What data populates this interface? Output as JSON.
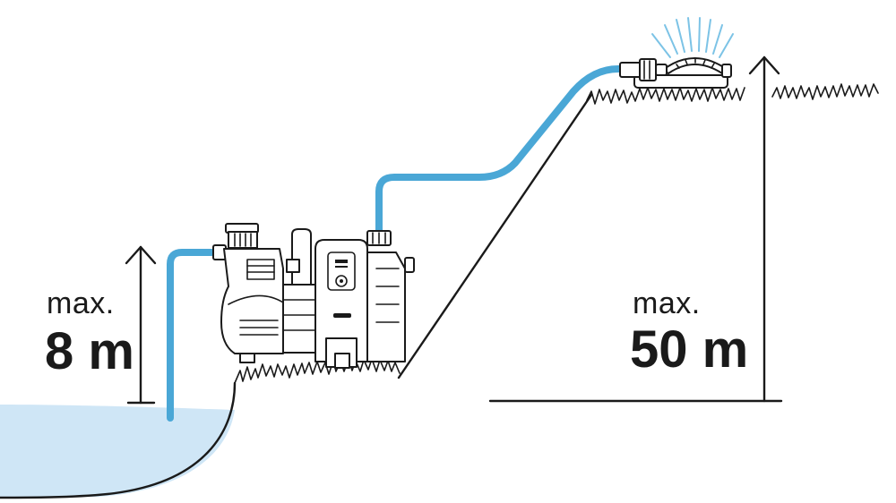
{
  "labels": {
    "suction_prefix": "max.",
    "suction_value": "8 m",
    "delivery_prefix": "max.",
    "delivery_value": "50 m"
  },
  "colors": {
    "water": "#cfe6f6",
    "hose": "#4aa7d6",
    "line": "#1a1a1a",
    "spray": "#7cc3e6"
  },
  "icons": {
    "pump": "garden-pump-icon",
    "sprinkler": "sprinkler-icon",
    "arrow": "arrow-up-icon"
  }
}
